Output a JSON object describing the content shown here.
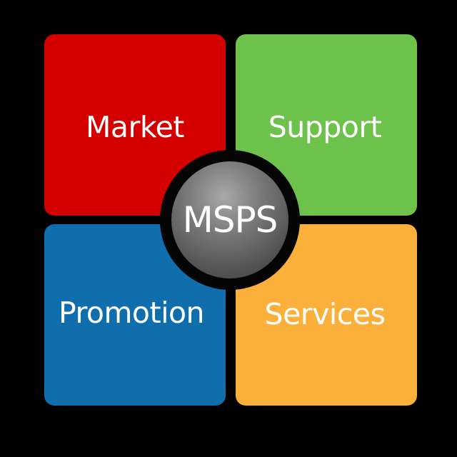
{
  "diagram": {
    "center": {
      "label": "MSPS",
      "color": "#6a6a6a"
    },
    "quadrants": [
      {
        "position": "top-left",
        "label": "Market",
        "color": "#d40000"
      },
      {
        "position": "top-right",
        "label": "Support",
        "color": "#6cc24a"
      },
      {
        "position": "bottom-left",
        "label": "Promotion",
        "color": "#0f6eab"
      },
      {
        "position": "bottom-right",
        "label": "Services",
        "color": "#fbb03b"
      }
    ],
    "background": "#000000"
  }
}
